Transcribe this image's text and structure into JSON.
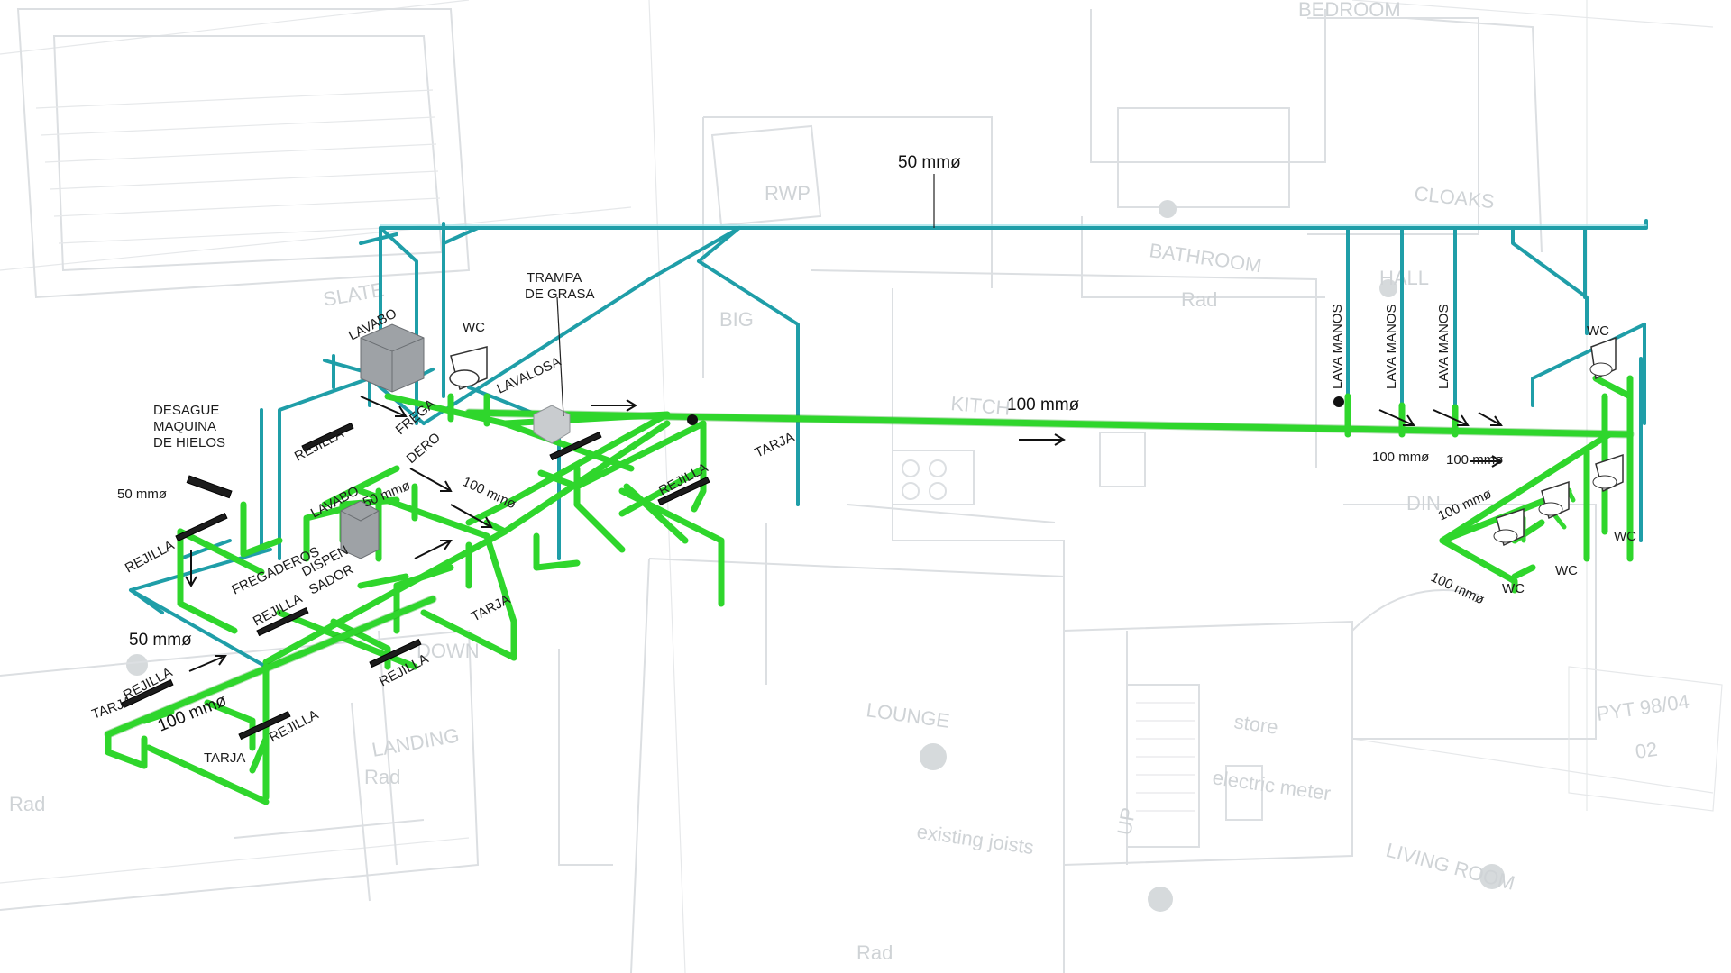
{
  "diagram": {
    "background_plan_labels": {
      "bedroom": "BEDROOM",
      "rwp": "RWP",
      "cloaks": "CLOAKS",
      "bathroom": "BATHROOM",
      "rad1": "Rad",
      "rad2": "Rad",
      "rad3": "Rad",
      "rad4": "Rad",
      "hall": "HALL",
      "kitchen": "KITCH",
      "big": "BIG",
      "dining": "DIN",
      "lounge": "LOUNGE",
      "store": "store",
      "electric_meter": "electric meter",
      "existing_joists": "existing joists",
      "living_room": "LIVING ROOM",
      "landing": "LANDING",
      "slate": "SLATE",
      "down": "DOWN",
      "up": "UP",
      "sheet": "PYT 98/04",
      "sheet_no": "02"
    },
    "pipe_labels": {
      "main_vent": "50 mmø",
      "main_drain": "100 mmø",
      "left_vent": "50 mmø",
      "left_drain": "100 mmø",
      "branch_50_a": "50 mmø",
      "branch_50_b": "50 mmø",
      "branch_100_a": "100 mmø",
      "right_100_a": "100 mmø",
      "right_100_b": "100 mmø",
      "right_100_c": "100 mmø",
      "right_100_d": "100 mmø"
    },
    "fixture_labels": {
      "trampa_1": "TRAMPA",
      "trampa_2": "DE GRASA",
      "lavabo_top": "LAVABO",
      "wc_top": "WC",
      "lavalosa": "LAVALOSA",
      "desague_1": "DESAGUE",
      "desague_2": "MAQUINA",
      "desague_3": "DE HIELOS",
      "rejilla_1": "REJILLA",
      "rejilla_2": "REJILLA",
      "rejilla_3": "REJILLA",
      "rejilla_4": "REJILLA",
      "rejilla_5": "REJILLA",
      "rejilla_6": "REJILLA",
      "rejilla_7": "REJILLA",
      "frega_1": "FREGA",
      "frega_2": "DERO",
      "lavabo_mid": "LAVABO",
      "fregaderos": "FREGADEROS",
      "dispensador_1": "DISPEN",
      "dispensador_2": "SADOR",
      "tarja_1": "TARJA",
      "tarja_2": "TARJA",
      "tarja_3": "TARJA",
      "tarja_4": "TARJA",
      "lava_manos_1": "LAVA MANOS",
      "lava_manos_2": "LAVA MANOS",
      "lava_manos_3": "LAVA MANOS",
      "wc_r1": "WC",
      "wc_r2": "WC",
      "wc_r3": "WC",
      "wc_r4": "WC"
    },
    "colors": {
      "drain_pipe": "#2fd62c",
      "vent_pipe": "#1f9ea8",
      "background_plan": "#dcdfe2"
    }
  }
}
